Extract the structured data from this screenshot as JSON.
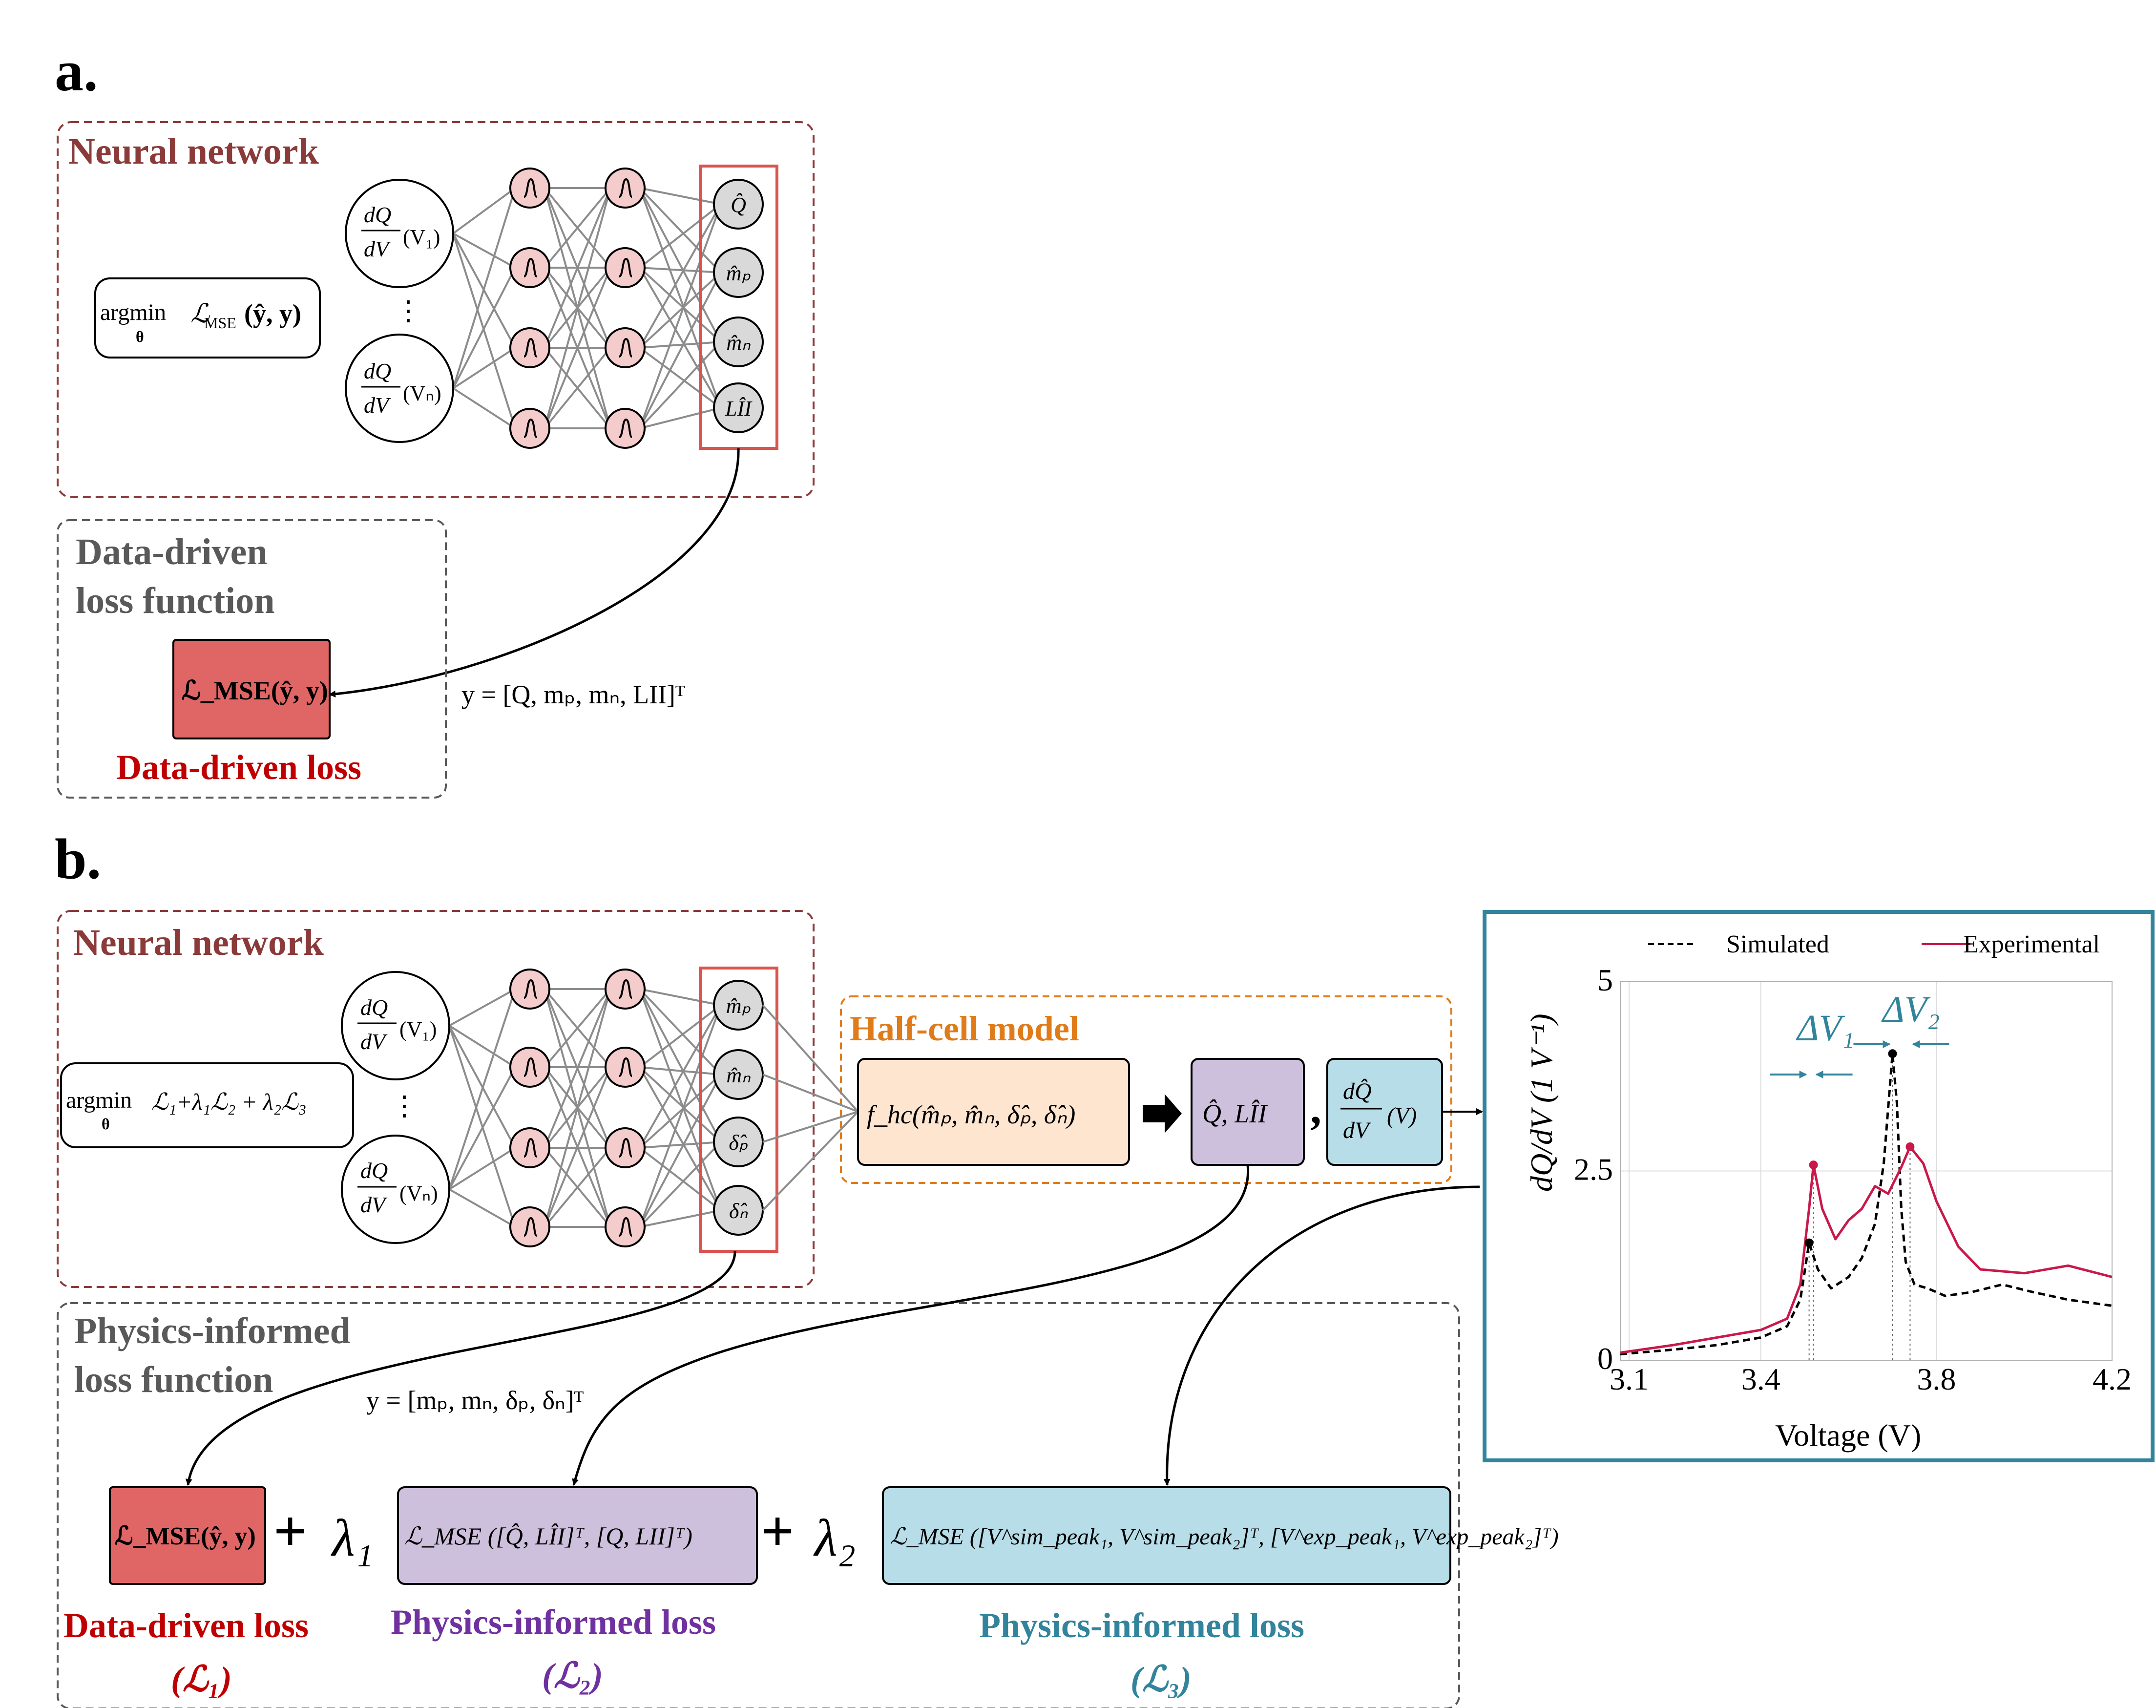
{
  "panel_a": {
    "label": "a.",
    "nn_title": "Neural network",
    "objective": "argmin ℒ_MSE(ŷ, y)",
    "objective_main": "argmin",
    "objective_sub": "θ",
    "objective_loss": "ℒ",
    "objective_loss_sub": "MSE",
    "objective_args": "(ŷ, y)",
    "input_top": "dQ/dV (V₁)",
    "input_bottom": "dQ/dV (Vₙ)",
    "input_num": "dQ",
    "input_den": "dV",
    "input_top_arg": "(V₁)",
    "input_bottom_arg": "(Vₙ)",
    "dots": "⋮",
    "outputs": [
      "Q̂",
      "m̂ₚ",
      "m̂ₙ",
      "LÎI"
    ],
    "loss_title_line1": "Data-driven",
    "loss_title_line2": "loss function",
    "loss_box": "ℒ_MSE(ŷ, y)",
    "loss_caption": "Data-driven loss",
    "y_def": "y = [Q, mₚ, mₙ, LII]ᵀ"
  },
  "panel_b": {
    "label": "b.",
    "nn_title": "Neural network",
    "objective_main": "argmin",
    "objective_sub": "θ",
    "objective_rest": "ℒ₁+λ₁ℒ₂ + λ₂ℒ₃",
    "input_num": "dQ",
    "input_den": "dV",
    "input_top_arg": "(V₁)",
    "input_bottom_arg": "(Vₙ)",
    "dots": "⋮",
    "outputs": [
      "m̂ₚ",
      "m̂ₙ",
      "δ̂ₚ",
      "δ̂ₙ"
    ],
    "half_cell_title": "Half-cell model",
    "fhc": "f_hc(m̂ₚ, m̂ₙ, δ̂ₚ, δ̂ₙ)",
    "q_lii": "Q̂, LÎI",
    "comma": ",",
    "dqdv_num": "dQ̂",
    "dqdv_den": "dV",
    "dqdv_arg": "(V)",
    "loss_title_line1": "Physics-informed",
    "loss_title_line2": "loss function",
    "y_def": "y = [mₚ, mₙ, δₚ, δₙ]ᵀ",
    "loss1_box": "ℒ_MSE(ŷ, y)",
    "plus": "+",
    "lambda1": "λ₁",
    "lambda2": "λ₂",
    "loss2_box": "ℒ_MSE ([Q̂, LÎI]ᵀ, [Q, LII]ᵀ)",
    "loss3_box": "ℒ_MSE ([V^sim_peak₁, V^sim_peak₂]ᵀ, [V^exp_peak₁, V^exp_peak₂]ᵀ)",
    "cap1": "Data-driven loss",
    "cap1_sym": "(ℒ₁)",
    "cap2": "Physics-informed loss",
    "cap2_sym": "(ℒ₂)",
    "cap3": "Physics-informed loss",
    "cap3_sym": "(ℒ₃)"
  },
  "colors": {
    "nn_border": "#8b3a3a",
    "loss_border": "#595959",
    "orange": "#e07b1a",
    "red_box": "#e06666",
    "purple_box": "#cdc0dc",
    "blue_box": "#b7dde8",
    "peach_box": "#fde5d0",
    "neuron": "#f4cccc",
    "output_node": "#d9d9d9",
    "output_frame": "#d9534f",
    "chart_border": "#31849b",
    "experimental": "#c9184a",
    "simulated": "#000000"
  },
  "chart_data": {
    "type": "line",
    "xlabel": "Voltage (V)",
    "ylabel": "dQ/dV (1 V⁻¹)",
    "xlim": [
      3.08,
      4.2
    ],
    "ylim": [
      0,
      5
    ],
    "xticks": [
      "3.1",
      "3.4",
      "3.8",
      "4.2"
    ],
    "yticks": [
      "0",
      "2.5",
      "5"
    ],
    "xtick_values": [
      3.1,
      3.4,
      3.8,
      4.2
    ],
    "ytick_values": [
      0,
      2.5,
      5
    ],
    "grid": true,
    "legend": "top",
    "series": [
      {
        "name": "Simulated",
        "style": "dashed",
        "x": [
          3.08,
          3.2,
          3.3,
          3.4,
          3.46,
          3.49,
          3.51,
          3.53,
          3.56,
          3.6,
          3.63,
          3.66,
          3.68,
          3.7,
          3.71,
          3.72,
          3.73,
          3.75,
          3.78,
          3.82,
          3.88,
          3.95,
          4.02,
          4.1,
          4.2
        ],
        "y": [
          0.08,
          0.14,
          0.2,
          0.3,
          0.45,
          0.8,
          1.55,
          1.2,
          0.95,
          1.1,
          1.35,
          1.8,
          2.6,
          4.05,
          3.4,
          2.0,
          1.3,
          1.0,
          0.95,
          0.85,
          0.9,
          1.0,
          0.9,
          0.8,
          0.72
        ]
      },
      {
        "name": "Experimental",
        "style": "solid",
        "x": [
          3.08,
          3.2,
          3.3,
          3.4,
          3.46,
          3.49,
          3.51,
          3.52,
          3.54,
          3.57,
          3.6,
          3.63,
          3.66,
          3.69,
          3.72,
          3.74,
          3.77,
          3.8,
          3.85,
          3.9,
          4.0,
          4.1,
          4.2
        ],
        "y": [
          0.1,
          0.2,
          0.3,
          0.4,
          0.55,
          1.0,
          2.0,
          2.58,
          2.0,
          1.6,
          1.85,
          2.0,
          2.3,
          2.2,
          2.55,
          2.82,
          2.6,
          2.1,
          1.5,
          1.2,
          1.15,
          1.25,
          1.1
        ]
      }
    ],
    "markers": [
      {
        "series": "Simulated",
        "x": 3.51,
        "y": 1.55
      },
      {
        "series": "Experimental",
        "x": 3.52,
        "y": 2.58
      },
      {
        "series": "Simulated",
        "x": 3.7,
        "y": 4.05
      },
      {
        "series": "Experimental",
        "x": 3.74,
        "y": 2.82
      }
    ],
    "annotations": [
      "ΔV₁",
      "ΔV₂"
    ]
  }
}
